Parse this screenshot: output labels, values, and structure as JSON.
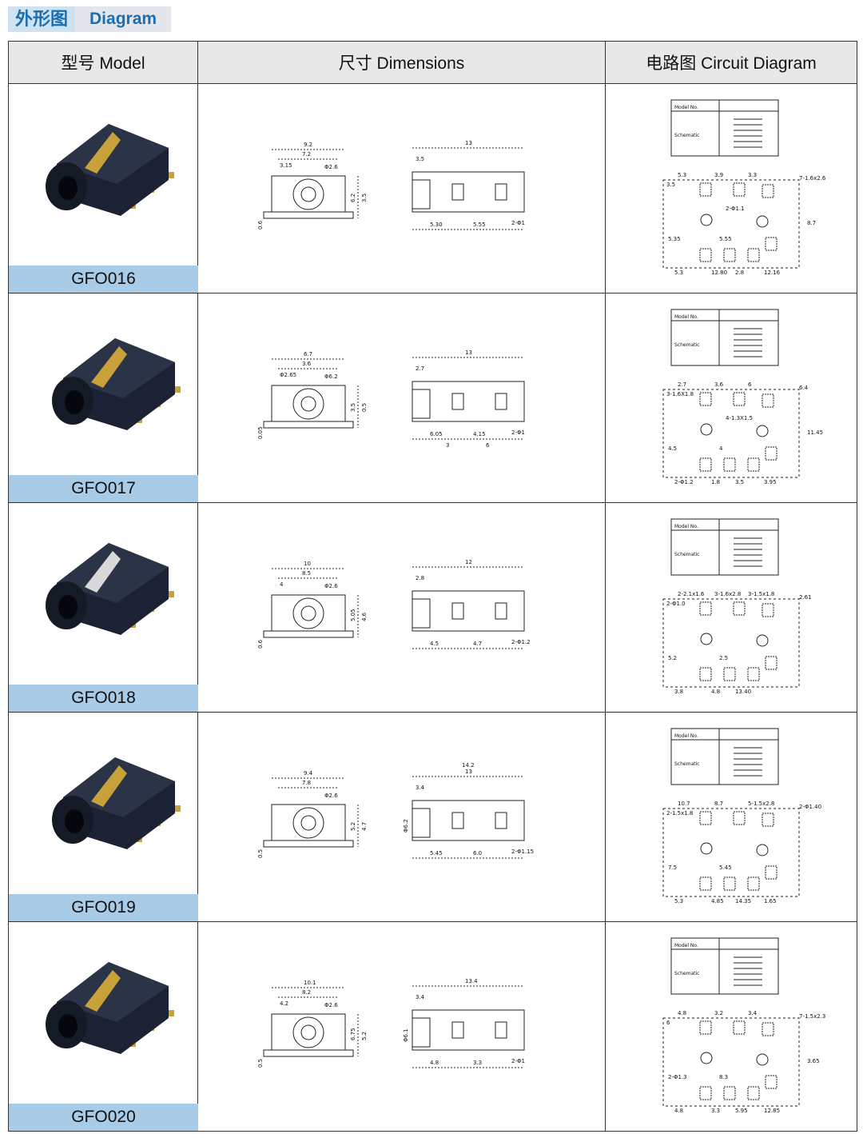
{
  "section": {
    "title_cn": "外形图",
    "title_en": "Diagram"
  },
  "table": {
    "headers": {
      "model": "型号 Model",
      "dimensions": "尺寸 Dimensions",
      "circuit": "电路图 Circuit Diagram"
    }
  },
  "schematic_labels": {
    "model_no": "Model No.",
    "schematic": "Schematic"
  },
  "rows": [
    {
      "model": "GFO016",
      "dims": {
        "front_w": "9.2",
        "inner_w": "7.2",
        "left_off": "3.15",
        "hole": "Φ2.6",
        "h1": "6.2",
        "h2": "3.5",
        "base": "0.6",
        "len": "13",
        "step": "3.5",
        "p1": "5.30",
        "p2": "5.55",
        "pins": "2-Φ1"
      },
      "circ": {
        "a": "5.3",
        "b": "3.9",
        "c": "3.3",
        "d": "3.5",
        "hole": "7-1.6x2.6",
        "e": "5.35",
        "f": "5.55",
        "g": "5.3",
        "h": "12.80",
        "i": "2.8",
        "j": "12.16",
        "k": "8.7",
        "pad": "2-Φ1.1"
      }
    },
    {
      "model": "GFO017",
      "dims": {
        "front_w": "6.7",
        "inner_w": "3.6",
        "left_off": "Φ2.65",
        "hole": "Φ6.2",
        "h1": "3.5",
        "h2": "0.5",
        "base": "0.05",
        "len": "13",
        "step": "2.7",
        "p1": "6.05",
        "p2": "4.15",
        "pins": "2-Φ1",
        "p3": "3",
        "p4": "6"
      },
      "circ": {
        "a": "2.7",
        "b": "3.6",
        "c": "6",
        "hole": "3-1.6X1.8",
        "d": "6.4",
        "e": "4.5",
        "f": "4",
        "pad": "2-Φ1.2",
        "g": "1.8",
        "h": "3.5",
        "i": "3.95",
        "j": "11.45",
        "k": "4-1.3X1.5"
      }
    },
    {
      "model": "GFO018",
      "dims": {
        "front_w": "10",
        "inner_w": "8.5",
        "left_off": "4",
        "hole": "Φ2.6",
        "h1": "5.05",
        "h2": "4.6",
        "base": "0.6",
        "len": "12",
        "step": "2.8",
        "p1": "4.5",
        "p2": "4.7",
        "pins": "2-Φ1.2"
      },
      "circ": {
        "a": "2-2.1x1.6",
        "b": "3-1.6x2.8",
        "c": "3-1.5x1.8",
        "pad": "2-Φ1.0",
        "d": "2.61",
        "e": "5.2",
        "f": "2.5",
        "g": "3.8",
        "h": "4.8",
        "i": "13.40"
      }
    },
    {
      "model": "GFO019",
      "dims": {
        "front_w": "9.4",
        "inner_w": "7.8",
        "hole": "Φ2.6",
        "h1": "5.2",
        "h2": "4.7",
        "base": "0.5",
        "len1": "14.2",
        "len": "13",
        "step": "3.4",
        "side": "Φ6.2",
        "p1": "5.45",
        "p2": "6.0",
        "pins": "2-Φ1.15"
      },
      "circ": {
        "a": "10.7",
        "b": "8.7",
        "c": "5-1.5x2.8",
        "d": "2-1.5x1.8",
        "pad": "2-Φ1.40",
        "e": "7.5",
        "f": "5.45",
        "g": "5.3",
        "h": "4.85",
        "i": "14.35",
        "j": "1.65"
      }
    },
    {
      "model": "GFO020",
      "dims": {
        "front_w": "10.1",
        "inner_w": "8.2",
        "left_off": "4.2",
        "hole": "Φ2.6",
        "h1": "6.75",
        "h2": "5.2",
        "base": "0.5",
        "len": "13.4",
        "step": "3.4",
        "side": "Φ6.1",
        "p1": "4.8",
        "p2": "3.3",
        "pins": "2-Φ1"
      },
      "circ": {
        "a": "4.8",
        "b": "3.2",
        "c": "3.4",
        "d": "6",
        "hole": "7-1.5x2.3",
        "pad": "2-Φ1.3",
        "e": "8.3",
        "f": "4.8",
        "g": "3.3",
        "h": "5.95",
        "i": "12.85",
        "j": "3.65"
      }
    }
  ],
  "colors": {
    "label_bg": "#a8cbe8",
    "header_bg": "#e8e8e8",
    "accent": "#1a6fb0",
    "jack_body": "#1c2233",
    "gold": "#c9a13a"
  }
}
